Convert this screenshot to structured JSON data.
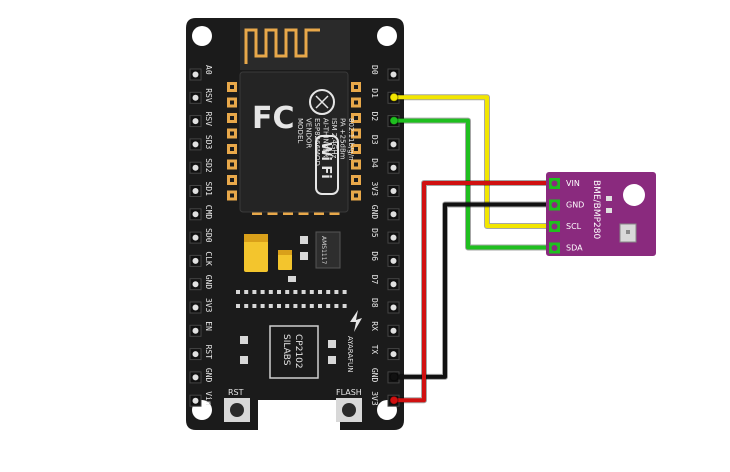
{
  "board": {
    "left_pins": [
      "A0",
      "RSV",
      "RSV",
      "SD3",
      "SD2",
      "SD1",
      "CMD",
      "SD0",
      "CLK",
      "GND",
      "3V3",
      "EN",
      "RST",
      "GND",
      "Vin"
    ],
    "right_pins": [
      "D0",
      "D1",
      "D2",
      "D3",
      "D4",
      "3V3",
      "GND",
      "D5",
      "D6",
      "D7",
      "D8",
      "RX",
      "TX",
      "GND",
      "3V3"
    ],
    "module": {
      "fc_logo": "FC",
      "text_lines": [
        "MODEL",
        "VENDOR",
        "ESP8266MOD",
        "AI-THINKER",
        "ISM 2.4GHz",
        "PA +25dBm",
        "802.11b/g/n"
      ],
      "wifi_logo": "Wi Fi"
    },
    "regulator_label": "AMS1117",
    "usb_chip": [
      "SILABS",
      "CP2102"
    ],
    "brand": "AYARAFUN",
    "buttons": {
      "reset": "RST",
      "flash": "FLASH"
    }
  },
  "sensor": {
    "name": "BME/BMP280",
    "pins": [
      "VIN",
      "GND",
      "SCL",
      "SDA"
    ]
  },
  "colors": {
    "board": "#1b1b1b",
    "pcb_pad": "#e8a84a",
    "sensor": "#8a2a7e",
    "wire_red": "#d01010",
    "wire_black": "#111111",
    "wire_yellow": "#f2e600",
    "wire_green": "#1fbf1f"
  },
  "connections": [
    {
      "from": "D1",
      "to": "SCL",
      "color": "yellow"
    },
    {
      "from": "D2",
      "to": "SDA",
      "color": "green"
    },
    {
      "from": "GND",
      "to": "GND",
      "color": "black"
    },
    {
      "from": "3V3",
      "to": "VIN",
      "color": "red"
    }
  ]
}
